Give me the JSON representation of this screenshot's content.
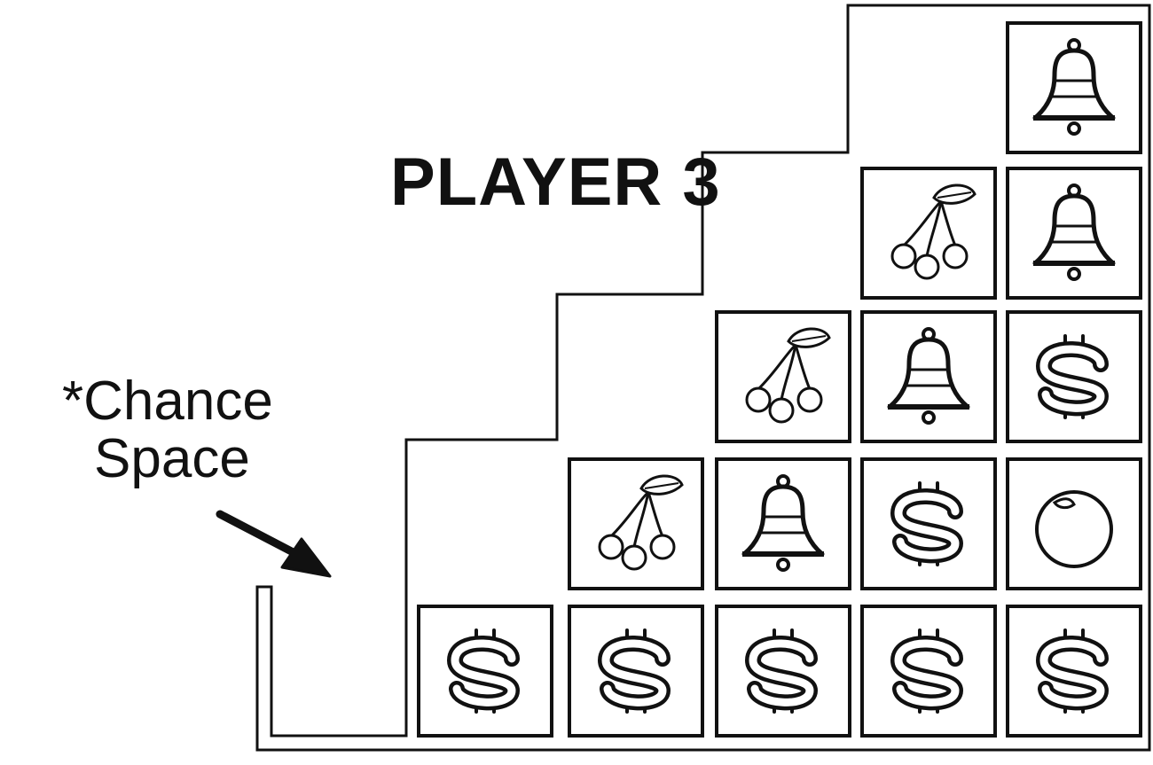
{
  "board": {
    "title": "PLAYER 3",
    "chance_label_line1": "*Chance",
    "chance_label_line2": "Space",
    "columns": [
      [
        "dollar"
      ],
      [
        "dollar",
        "cherries"
      ],
      [
        "dollar",
        "bell",
        "cherries"
      ],
      [
        "dollar",
        "dollar",
        "bell",
        "cherries"
      ],
      [
        "dollar",
        "orange",
        "dollar",
        "bell",
        "bell"
      ]
    ],
    "ink_color": "#111111",
    "paper_color": "#ffffff"
  }
}
